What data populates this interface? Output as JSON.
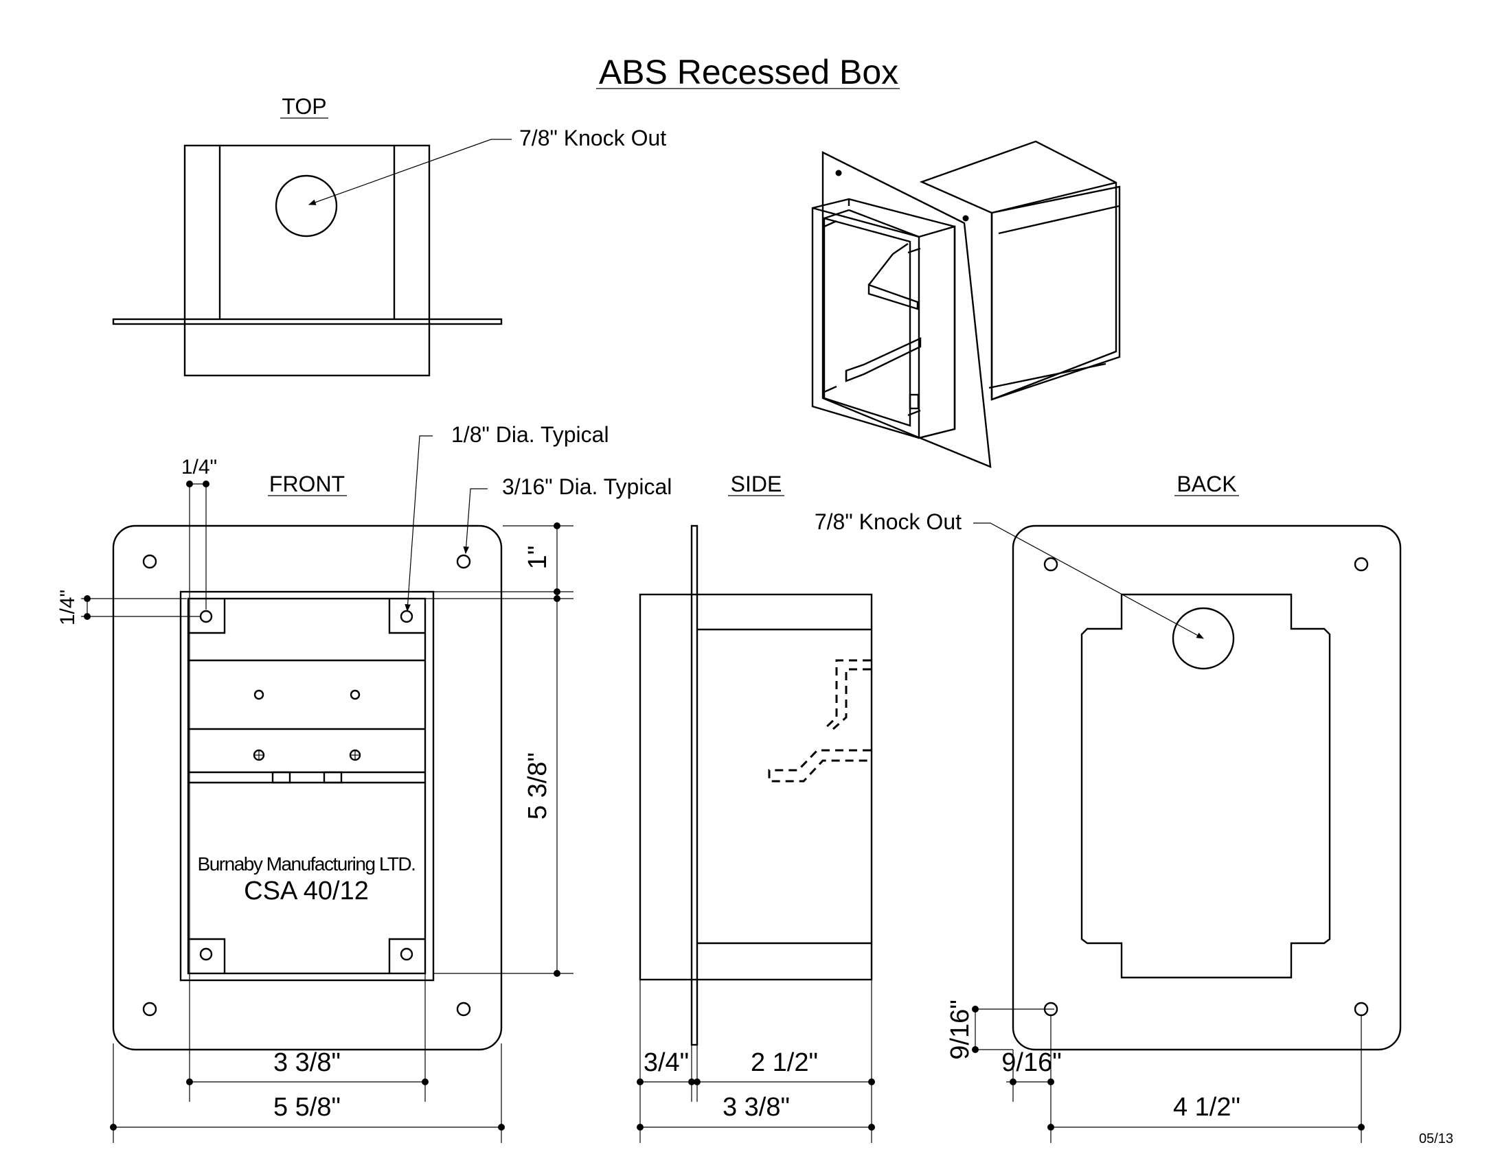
{
  "title": "ABS Recessed Box",
  "views": {
    "top": "TOP",
    "front": "FRONT",
    "side": "SIDE",
    "back": "BACK"
  },
  "notes": {
    "knockout_top": "7/8\" Knock Out",
    "hole_eighth": "1/8\" Dia. Typical",
    "hole_three_sixteenth": "3/16\" Dia. Typical",
    "knockout_back": "7/8\" Knock Out"
  },
  "dimensions": {
    "front_quarter_top": "1/4\"",
    "front_quarter_left": "1/4\"",
    "front_one_inch": "1\"",
    "front_height": "5 3/8\"",
    "front_inner_width": "3 3/8\"",
    "front_outer_width": "5 5/8\"",
    "side_flange": "3/4\"",
    "side_depth": "2 1/2\"",
    "side_total": "3 3/8\"",
    "back_vertical": "9/16\"",
    "back_horizontal": "9/16\"",
    "back_width": "4 1/2\""
  },
  "label_plate": {
    "company": "Burnaby Manufacturing LTD.",
    "cert": "CSA 40/12"
  },
  "revision_date": "05/13"
}
